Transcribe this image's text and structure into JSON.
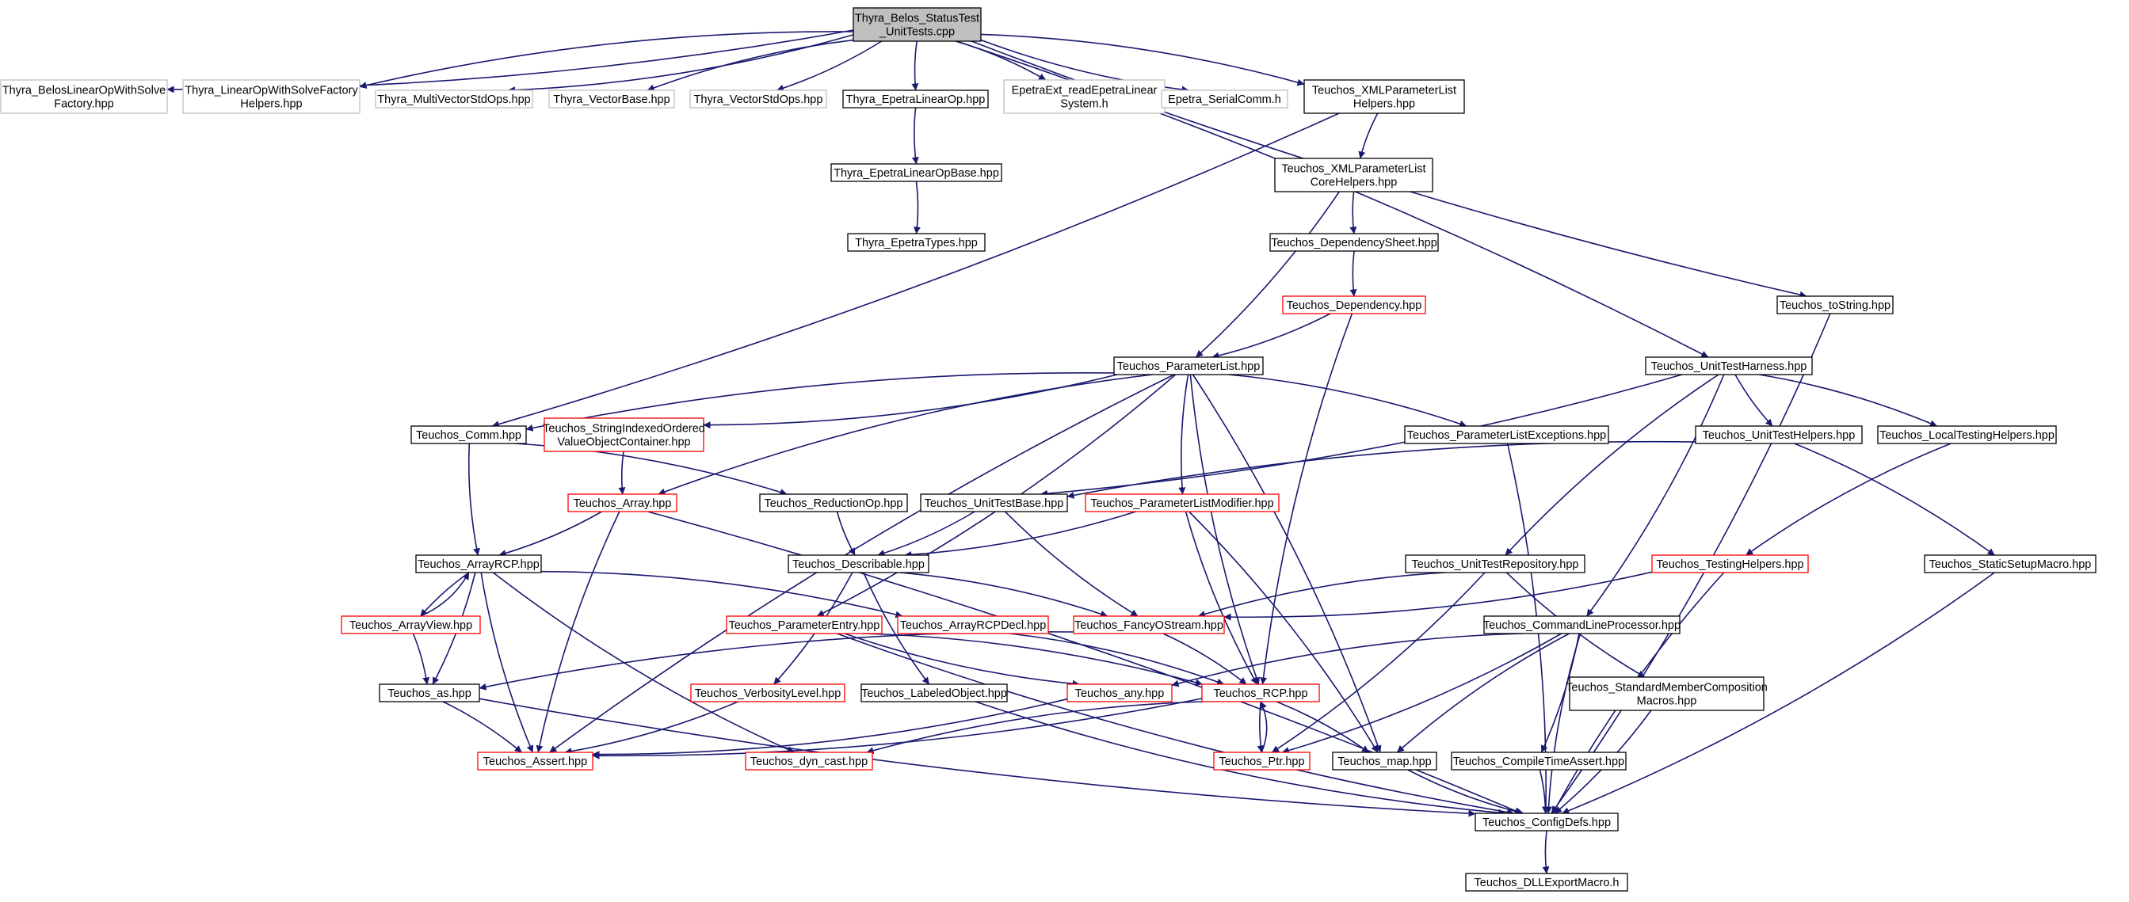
{
  "colors": {
    "edge": "#191970",
    "root_fill": "#bfbfbf",
    "normal_border": "#000000",
    "missing_border": "#bfbfbf",
    "truncated_border": "#ff0000",
    "text": "#000000"
  },
  "nodes": {
    "root": {
      "lines": [
        "Thyra_Belos_StatusTest",
        "_UnitTests.cpp"
      ],
      "kind": "root"
    },
    "belosFactory": {
      "lines": [
        "Thyra_BelosLinearOpWithSolve",
        "Factory.hpp"
      ],
      "kind": "missing"
    },
    "lowsfHelpers": {
      "lines": [
        "Thyra_LinearOpWithSolveFactory",
        "Helpers.hpp"
      ],
      "kind": "missing"
    },
    "mvStdOps": {
      "lines": [
        "Thyra_MultiVectorStdOps.hpp"
      ],
      "kind": "missing"
    },
    "vectorBase": {
      "lines": [
        "Thyra_VectorBase.hpp"
      ],
      "kind": "missing"
    },
    "vectorStdOps": {
      "lines": [
        "Thyra_VectorStdOps.hpp"
      ],
      "kind": "missing"
    },
    "epetraLinOp": {
      "lines": [
        "Thyra_EpetraLinearOp.hpp"
      ],
      "kind": "normal"
    },
    "readEpetra": {
      "lines": [
        "EpetraExt_readEpetraLinear",
        "System.h"
      ],
      "kind": "missing"
    },
    "serialComm": {
      "lines": [
        "Epetra_SerialComm.h"
      ],
      "kind": "missing"
    },
    "xmlHelpers": {
      "lines": [
        "Teuchos_XMLParameterList",
        "Helpers.hpp"
      ],
      "kind": "normal"
    },
    "epetraLinOpBase": {
      "lines": [
        "Thyra_EpetraLinearOpBase.hpp"
      ],
      "kind": "normal"
    },
    "epetraTypes": {
      "lines": [
        "Thyra_EpetraTypes.hpp"
      ],
      "kind": "normal"
    },
    "xmlCore": {
      "lines": [
        "Teuchos_XMLParameterList",
        "CoreHelpers.hpp"
      ],
      "kind": "normal"
    },
    "depSheet": {
      "lines": [
        "Teuchos_DependencySheet.hpp"
      ],
      "kind": "normal"
    },
    "dependency": {
      "lines": [
        "Teuchos_Dependency.hpp"
      ],
      "kind": "truncated"
    },
    "toString": {
      "lines": [
        "Teuchos_toString.hpp"
      ],
      "kind": "normal"
    },
    "paramList": {
      "lines": [
        "Teuchos_ParameterList.hpp"
      ],
      "kind": "normal"
    },
    "unitHarness": {
      "lines": [
        "Teuchos_UnitTestHarness.hpp"
      ],
      "kind": "normal"
    },
    "comm": {
      "lines": [
        "Teuchos_Comm.hpp"
      ],
      "kind": "normal"
    },
    "strIndexed": {
      "lines": [
        "Teuchos_StringIndexedOrdered",
        "ValueObjectContainer.hpp"
      ],
      "kind": "truncated"
    },
    "plExceptions": {
      "lines": [
        "Teuchos_ParameterListExceptions.hpp"
      ],
      "kind": "normal"
    },
    "unitHelpers": {
      "lines": [
        "Teuchos_UnitTestHelpers.hpp"
      ],
      "kind": "normal"
    },
    "localHelpers": {
      "lines": [
        "Teuchos_LocalTestingHelpers.hpp"
      ],
      "kind": "normal"
    },
    "array": {
      "lines": [
        "Teuchos_Array.hpp"
      ],
      "kind": "truncated"
    },
    "reductionOp": {
      "lines": [
        "Teuchos_ReductionOp.hpp"
      ],
      "kind": "normal"
    },
    "unitBase": {
      "lines": [
        "Teuchos_UnitTestBase.hpp"
      ],
      "kind": "normal"
    },
    "plModifier": {
      "lines": [
        "Teuchos_ParameterListModifier.hpp"
      ],
      "kind": "truncated"
    },
    "arrayRCP": {
      "lines": [
        "Teuchos_ArrayRCP.hpp"
      ],
      "kind": "normal"
    },
    "describable": {
      "lines": [
        "Teuchos_Describable.hpp"
      ],
      "kind": "normal"
    },
    "unitRepo": {
      "lines": [
        "Teuchos_UnitTestRepository.hpp"
      ],
      "kind": "normal"
    },
    "testingHelpers": {
      "lines": [
        "Teuchos_TestingHelpers.hpp"
      ],
      "kind": "truncated"
    },
    "staticSetup": {
      "lines": [
        "Teuchos_StaticSetupMacro.hpp"
      ],
      "kind": "normal"
    },
    "arrayView": {
      "lines": [
        "Teuchos_ArrayView.hpp"
      ],
      "kind": "truncated"
    },
    "paramEntry": {
      "lines": [
        "Teuchos_ParameterEntry.hpp"
      ],
      "kind": "truncated"
    },
    "arrayRCPDecl": {
      "lines": [
        "Teuchos_ArrayRCPDecl.hpp"
      ],
      "kind": "truncated"
    },
    "fancyOStream": {
      "lines": [
        "Teuchos_FancyOStream.hpp"
      ],
      "kind": "truncated"
    },
    "cmdLine": {
      "lines": [
        "Teuchos_CommandLineProcessor.hpp"
      ],
      "kind": "normal"
    },
    "as": {
      "lines": [
        "Teuchos_as.hpp"
      ],
      "kind": "normal"
    },
    "verbosity": {
      "lines": [
        "Teuchos_VerbosityLevel.hpp"
      ],
      "kind": "truncated"
    },
    "labeledObj": {
      "lines": [
        "Teuchos_LabeledObject.hpp"
      ],
      "kind": "normal"
    },
    "any": {
      "lines": [
        "Teuchos_any.hpp"
      ],
      "kind": "truncated"
    },
    "rcp": {
      "lines": [
        "Teuchos_RCP.hpp"
      ],
      "kind": "truncated"
    },
    "stdMember": {
      "lines": [
        "Teuchos_StandardMemberComposition",
        "Macros.hpp"
      ],
      "kind": "normal"
    },
    "assert": {
      "lines": [
        "Teuchos_Assert.hpp"
      ],
      "kind": "truncated"
    },
    "dynCast": {
      "lines": [
        "Teuchos_dyn_cast.hpp"
      ],
      "kind": "truncated"
    },
    "ptr": {
      "lines": [
        "Teuchos_Ptr.hpp"
      ],
      "kind": "truncated"
    },
    "map": {
      "lines": [
        "Teuchos_map.hpp"
      ],
      "kind": "normal"
    },
    "compileAssert": {
      "lines": [
        "Teuchos_CompileTimeAssert.hpp"
      ],
      "kind": "normal"
    },
    "configDefs": {
      "lines": [
        "Teuchos_ConfigDefs.hpp"
      ],
      "kind": "normal"
    },
    "dllExport": {
      "lines": [
        "Teuchos_DLLExportMacro.h"
      ],
      "kind": "normal"
    }
  },
  "edges": [
    [
      "root",
      "belosFactory"
    ],
    [
      "root",
      "lowsfHelpers"
    ],
    [
      "root",
      "mvStdOps"
    ],
    [
      "root",
      "vectorBase"
    ],
    [
      "root",
      "vectorStdOps"
    ],
    [
      "root",
      "epetraLinOp"
    ],
    [
      "root",
      "readEpetra"
    ],
    [
      "root",
      "serialComm"
    ],
    [
      "root",
      "xmlHelpers"
    ],
    [
      "root",
      "toString"
    ],
    [
      "root",
      "unitHarness"
    ],
    [
      "epetraLinOp",
      "epetraLinOpBase"
    ],
    [
      "epetraLinOpBase",
      "epetraTypes"
    ],
    [
      "xmlHelpers",
      "xmlCore"
    ],
    [
      "xmlHelpers",
      "comm"
    ],
    [
      "xmlCore",
      "depSheet"
    ],
    [
      "xmlCore",
      "paramList"
    ],
    [
      "depSheet",
      "dependency"
    ],
    [
      "dependency",
      "paramList"
    ],
    [
      "dependency",
      "rcp"
    ],
    [
      "toString",
      "configDefs"
    ],
    [
      "paramList",
      "comm"
    ],
    [
      "paramList",
      "strIndexed"
    ],
    [
      "paramList",
      "array"
    ],
    [
      "paramList",
      "plExceptions"
    ],
    [
      "paramList",
      "plModifier"
    ],
    [
      "paramList",
      "paramEntry"
    ],
    [
      "paramList",
      "rcp"
    ],
    [
      "paramList",
      "map"
    ],
    [
      "paramList",
      "assert"
    ],
    [
      "unitHarness",
      "unitBase"
    ],
    [
      "unitHarness",
      "unitHelpers"
    ],
    [
      "unitHarness",
      "localHelpers"
    ],
    [
      "unitHarness",
      "unitRepo"
    ],
    [
      "unitHarness",
      "cmdLine"
    ],
    [
      "comm",
      "arrayRCP"
    ],
    [
      "comm",
      "reductionOp"
    ],
    [
      "strIndexed",
      "array"
    ],
    [
      "plExceptions",
      "configDefs"
    ],
    [
      "unitHelpers",
      "unitBase"
    ],
    [
      "unitHelpers",
      "staticSetup"
    ],
    [
      "localHelpers",
      "testingHelpers"
    ],
    [
      "array",
      "arrayRCP"
    ],
    [
      "array",
      "assert"
    ],
    [
      "array",
      "configDefs"
    ],
    [
      "reductionOp",
      "describable"
    ],
    [
      "unitBase",
      "describable"
    ],
    [
      "unitBase",
      "fancyOStream"
    ],
    [
      "plModifier",
      "describable"
    ],
    [
      "plModifier",
      "rcp"
    ],
    [
      "plModifier",
      "map"
    ],
    [
      "arrayRCP",
      "arrayView"
    ],
    [
      "arrayRCP",
      "as"
    ],
    [
      "arrayRCP",
      "assert"
    ],
    [
      "arrayRCP",
      "arrayRCPDecl"
    ],
    [
      "arrayRCP",
      "dynCast"
    ],
    [
      "describable",
      "verbosity"
    ],
    [
      "describable",
      "labeledObj"
    ],
    [
      "describable",
      "fancyOStream"
    ],
    [
      "unitRepo",
      "fancyOStream"
    ],
    [
      "unitRepo",
      "ptr"
    ],
    [
      "unitRepo",
      "stdMember"
    ],
    [
      "testingHelpers",
      "fancyOStream"
    ],
    [
      "testingHelpers",
      "configDefs"
    ],
    [
      "staticSetup",
      "configDefs"
    ],
    [
      "arrayView",
      "arrayRCP"
    ],
    [
      "arrayView",
      "as"
    ],
    [
      "paramEntry",
      "any"
    ],
    [
      "paramEntry",
      "rcp"
    ],
    [
      "paramEntry",
      "configDefs"
    ],
    [
      "arrayRCPDecl",
      "rcp"
    ],
    [
      "fancyOStream",
      "as"
    ],
    [
      "fancyOStream",
      "rcp"
    ],
    [
      "cmdLine",
      "any"
    ],
    [
      "cmdLine",
      "ptr"
    ],
    [
      "cmdLine",
      "map"
    ],
    [
      "cmdLine",
      "compileAssert"
    ],
    [
      "cmdLine",
      "configDefs"
    ],
    [
      "as",
      "assert"
    ],
    [
      "as",
      "configDefs"
    ],
    [
      "verbosity",
      "assert"
    ],
    [
      "labeledObj",
      "configDefs"
    ],
    [
      "any",
      "assert"
    ],
    [
      "rcp",
      "ptr"
    ],
    [
      "rcp",
      "assert"
    ],
    [
      "rcp",
      "dynCast"
    ],
    [
      "rcp",
      "map"
    ],
    [
      "ptr",
      "rcp"
    ],
    [
      "stdMember",
      "configDefs"
    ],
    [
      "map",
      "configDefs"
    ],
    [
      "compileAssert",
      "configDefs"
    ],
    [
      "configDefs",
      "dllExport"
    ]
  ]
}
